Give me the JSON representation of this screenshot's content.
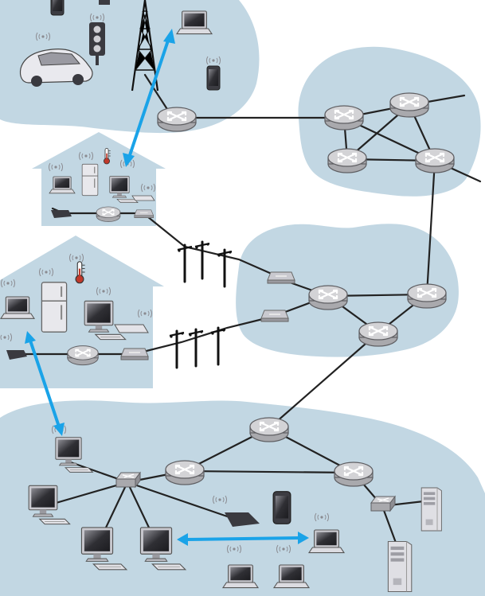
{
  "colors": {
    "network_cloud": "#c2d7e3",
    "link": "#222222",
    "wireless_arrow": "#1aa3e8",
    "router": "#a9a9ad"
  },
  "regions": [
    "mobile-network",
    "home-network-top",
    "home-network-bottom",
    "regional-isp",
    "global-isp",
    "enterprise-network"
  ],
  "icons": [
    "router-icon",
    "link-layer-switch-icon",
    "cable-modem-icon",
    "laptop-icon",
    "desktop-pc-icon",
    "smartphone-icon",
    "tablet-icon",
    "car-icon",
    "traffic-light-icon",
    "cell-tower-icon",
    "refrigerator-icon",
    "thermometer-icon",
    "keyboard-icon",
    "server-icon",
    "utility-pole-icon",
    "wireless-link-arrow"
  ]
}
